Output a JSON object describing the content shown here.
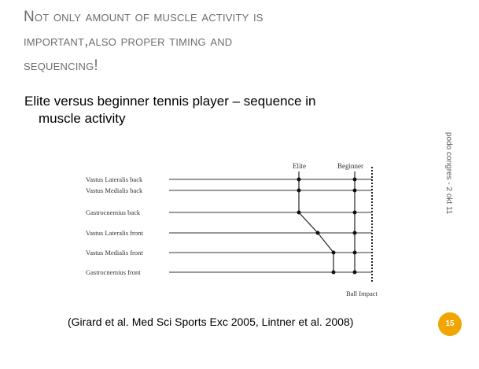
{
  "slide": {
    "title_lines": [
      "Not only amount of muscle activity is",
      "important,also proper timing and",
      "sequencing!"
    ],
    "subtitle_line1": "Elite versus beginner tennis player – sequence in",
    "subtitle_line2": "muscle activity",
    "side_text": "podo congres - 2 okt 11",
    "citation": "(Girard et al. Med Sci Sports Exc 2005, Lintner et al. 2008)",
    "page_number": "15",
    "accent_color": "#f0a500"
  },
  "diagram": {
    "muscles": [
      "Vastus Lateralis back",
      "Vastus Medialis back",
      "Gastrocnemius back",
      "Vastus Lateralis front",
      "Vastus Medialis front",
      "Gastrocnemius front"
    ],
    "column_labels": {
      "elite": "Elite",
      "beginner": "Beginner"
    },
    "impact_label": "Ball Impact"
  }
}
